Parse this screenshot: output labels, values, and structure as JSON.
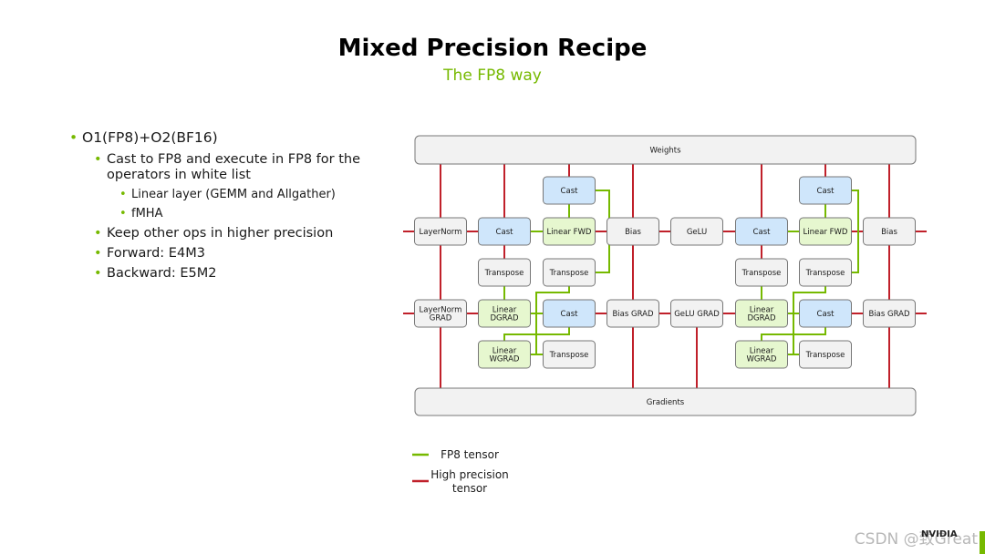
{
  "header": {
    "title": "Mixed Precision Recipe",
    "subtitle": "The FP8 way"
  },
  "bullets": [
    {
      "level": 1,
      "text": "O1(FP8)+O2(BF16)"
    },
    {
      "level": 2,
      "text": "Cast to FP8 and execute in FP8 for the operators in white list"
    },
    {
      "level": 3,
      "text": "Linear layer (GEMM and Allgather)"
    },
    {
      "level": 3,
      "text": "fMHA"
    },
    {
      "level": 2,
      "text": "Keep other ops in higher precision"
    },
    {
      "level": 2,
      "text": "Forward: E4M3"
    },
    {
      "level": 2,
      "text": "Backward: E5M2"
    }
  ],
  "colors": {
    "fp8_tensor": "#76b900",
    "high_precision": "#c0202a",
    "node_cast": "#cfe6fb",
    "node_linear": "#e6f7cf",
    "node_other": "#f2f2f2",
    "node_border": "#777777",
    "accent": "#76b900"
  },
  "diagram": {
    "bars": [
      {
        "id": "weights",
        "label": "Weights"
      },
      {
        "id": "gradients",
        "label": "Gradients"
      }
    ],
    "nodes": [
      {
        "id": "castA",
        "lines": [
          "Cast"
        ],
        "kind": "cast"
      },
      {
        "id": "castD",
        "lines": [
          "Cast"
        ],
        "kind": "cast"
      },
      {
        "id": "ln",
        "lines": [
          "LayerNorm"
        ],
        "kind": "other"
      },
      {
        "id": "castB",
        "lines": [
          "Cast"
        ],
        "kind": "cast"
      },
      {
        "id": "linfwd1",
        "lines": [
          "Linear FWD"
        ],
        "kind": "linear"
      },
      {
        "id": "bias1",
        "lines": [
          "Bias"
        ],
        "kind": "other"
      },
      {
        "id": "gelu",
        "lines": [
          "GeLU"
        ],
        "kind": "other"
      },
      {
        "id": "castE",
        "lines": [
          "Cast"
        ],
        "kind": "cast"
      },
      {
        "id": "linfwd2",
        "lines": [
          "Linear FWD"
        ],
        "kind": "linear"
      },
      {
        "id": "bias2",
        "lines": [
          "Bias"
        ],
        "kind": "other"
      },
      {
        "id": "tr1",
        "lines": [
          "Transpose"
        ],
        "kind": "other"
      },
      {
        "id": "tr2",
        "lines": [
          "Transpose"
        ],
        "kind": "other"
      },
      {
        "id": "tr3",
        "lines": [
          "Transpose"
        ],
        "kind": "other"
      },
      {
        "id": "tr4",
        "lines": [
          "Transpose"
        ],
        "kind": "other"
      },
      {
        "id": "lngrad",
        "lines": [
          "LayerNorm",
          "GRAD"
        ],
        "kind": "other"
      },
      {
        "id": "dgrad1",
        "lines": [
          "Linear",
          "DGRAD"
        ],
        "kind": "linear"
      },
      {
        "id": "castC",
        "lines": [
          "Cast"
        ],
        "kind": "cast"
      },
      {
        "id": "biasgrad1",
        "lines": [
          "Bias GRAD"
        ],
        "kind": "other"
      },
      {
        "id": "gelugrad",
        "lines": [
          "GeLU GRAD"
        ],
        "kind": "other"
      },
      {
        "id": "dgrad2",
        "lines": [
          "Linear",
          "DGRAD"
        ],
        "kind": "linear"
      },
      {
        "id": "castF",
        "lines": [
          "Cast"
        ],
        "kind": "cast"
      },
      {
        "id": "biasgrad2",
        "lines": [
          "Bias GRAD"
        ],
        "kind": "other"
      },
      {
        "id": "wgrad1",
        "lines": [
          "Linear",
          "WGRAD"
        ],
        "kind": "linear"
      },
      {
        "id": "tr5",
        "lines": [
          "Transpose"
        ],
        "kind": "other"
      },
      {
        "id": "wgrad2",
        "lines": [
          "Linear",
          "WGRAD"
        ],
        "kind": "linear"
      },
      {
        "id": "tr6",
        "lines": [
          "Transpose"
        ],
        "kind": "other"
      }
    ]
  },
  "legend": [
    {
      "label": "FP8 tensor",
      "type": "fp8"
    },
    {
      "label": "High precision tensor",
      "type": "high"
    }
  ],
  "footer": {
    "watermark": "CSDN @致Great",
    "brand": "NVIDIA"
  }
}
